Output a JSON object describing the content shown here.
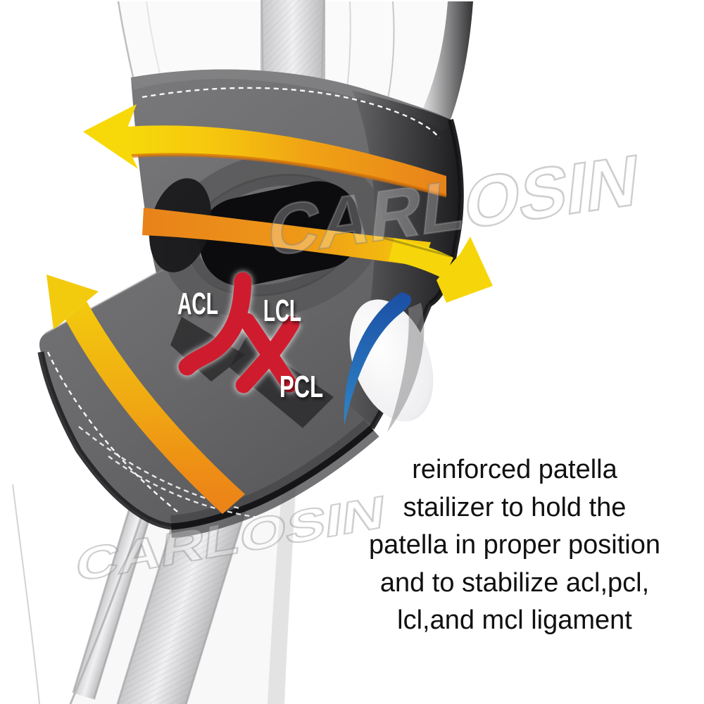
{
  "image": {
    "description": "X-ray style illustration of a bent leg wearing a dark knee brace, with wrap-around compression arrows, ligament markers and a patella stabilizer highlight",
    "watermark_text": "CARLOSIN",
    "ligament_labels": {
      "acl": "ACL",
      "lcl": "LCL",
      "pcl": "PCL"
    },
    "caption_lines": [
      "reinforced patella",
      "stailizer to hold the",
      "patella in proper position",
      "and to stabilize acl,pcl,",
      "lcl,and mcl ligament"
    ],
    "colors": {
      "background": "#FFFFFF",
      "arrow_yellow": "#F6D60A",
      "strap_orange": "#EE8E15",
      "ligament_red": "#CE1F2F",
      "patella_support_blue": "#2F86C8",
      "brace_gray": "#646466",
      "brace_dark": "#1C1C1E"
    }
  }
}
